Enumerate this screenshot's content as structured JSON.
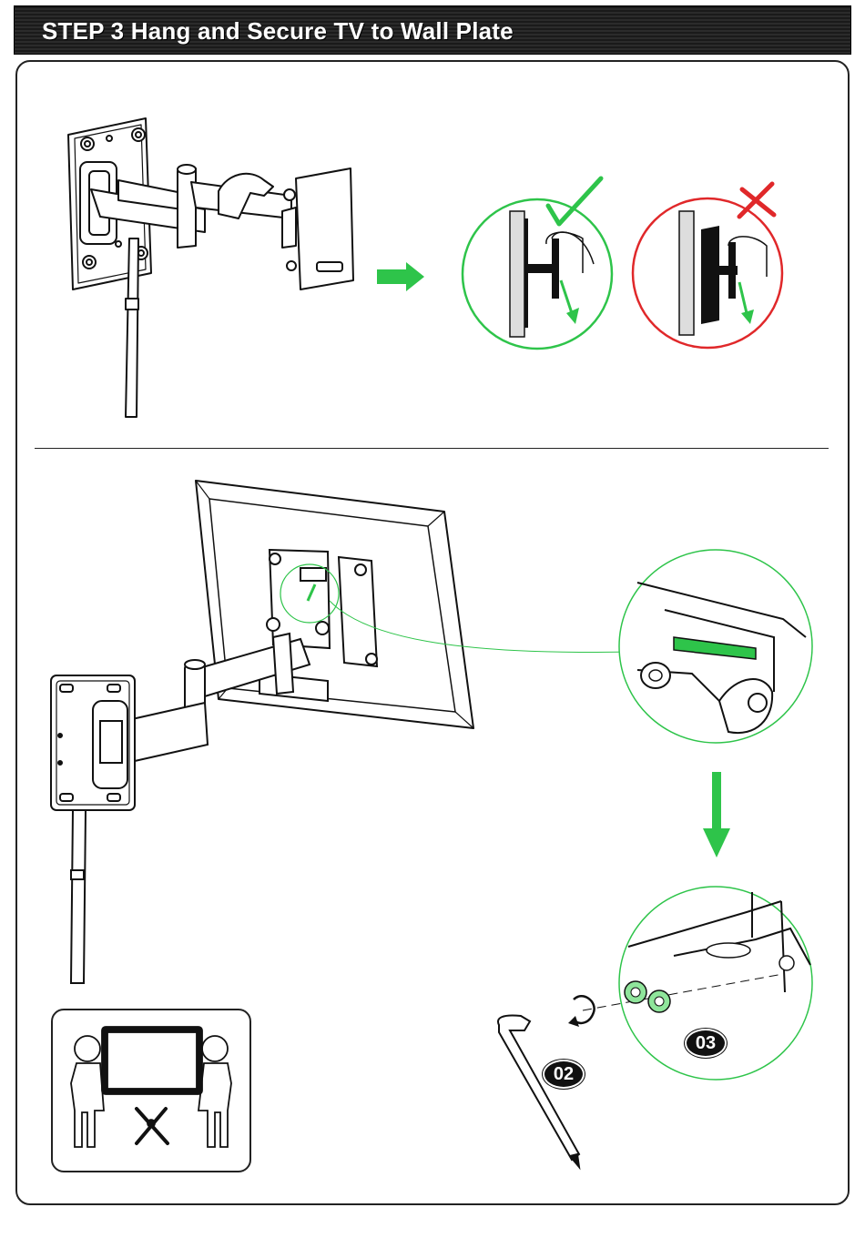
{
  "header": {
    "title": "STEP 3 Hang and Secure TV to Wall Plate"
  },
  "badges": {
    "screwdriver": "02",
    "screw": "03"
  },
  "colors": {
    "accent_green": "#2ec44a",
    "wrong_red": "#e0282a",
    "line": "#111111"
  },
  "icons": {
    "correct": "checkmark-icon",
    "incorrect": "x-mark-icon",
    "direction": "arrow-icon"
  }
}
